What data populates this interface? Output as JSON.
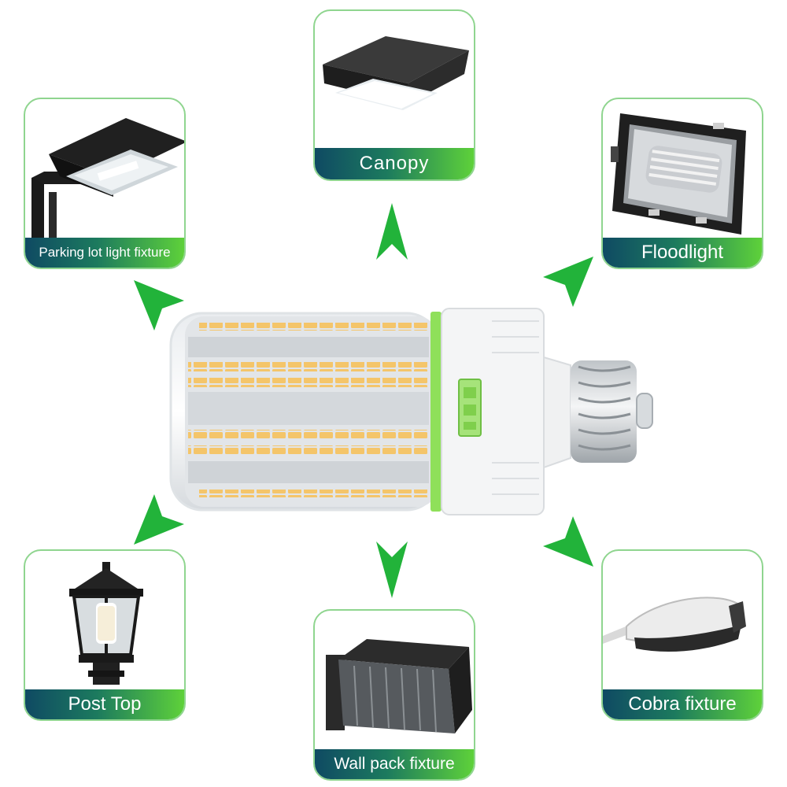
{
  "fixtures": {
    "canopy": {
      "label": "Canopy"
    },
    "parking": {
      "label": "Parking lot light fixture"
    },
    "flood": {
      "label": "Floodlight"
    },
    "post": {
      "label": "Post Top"
    },
    "wallpack": {
      "label": "Wall pack fixture"
    },
    "cobra": {
      "label": "Cobra fixture"
    }
  },
  "colors": {
    "card_border": "#8fd58f",
    "label_gradient_start": "#0f4a63",
    "label_gradient_end": "#5ed13a",
    "arrow": "#22b33a",
    "led_chip": "#f4c56a",
    "accent_ring": "#8fe05a"
  },
  "icons": {
    "bulb": "led-corn-bulb",
    "arrows": "green-arrowhead"
  }
}
